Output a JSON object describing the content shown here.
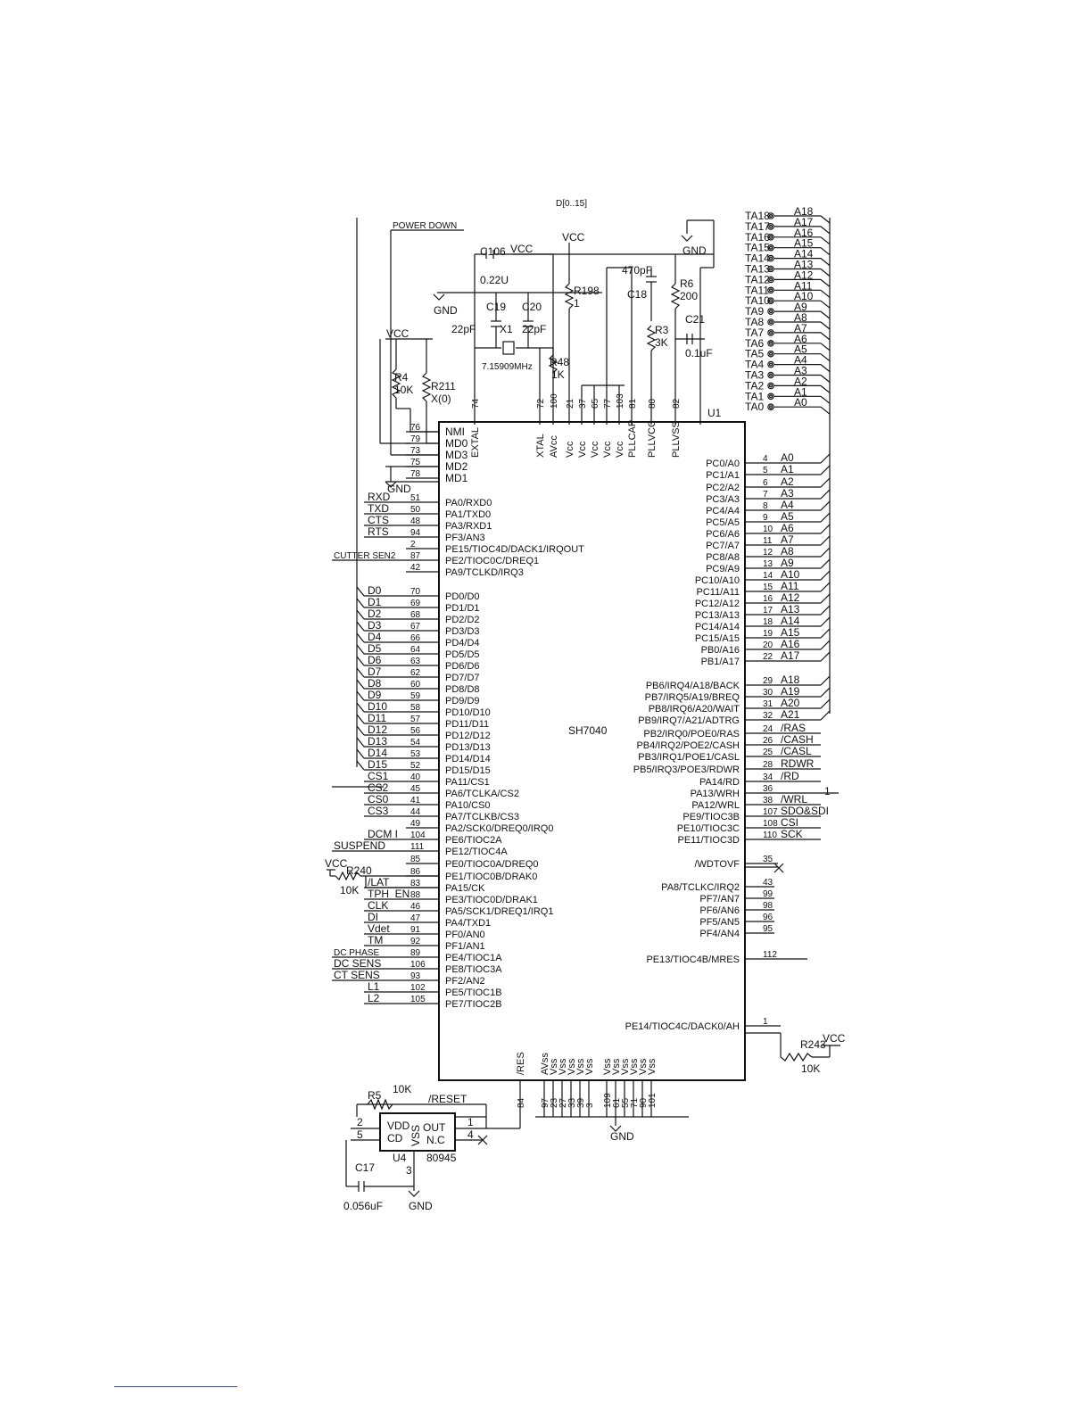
{
  "bus_label": "D[0..15]",
  "ic": {
    "designator": "U1",
    "part": "SH7040",
    "top_pins": [
      {
        "num": "74",
        "name": "EXTAL"
      },
      {
        "num": "72",
        "name": "XTAL"
      },
      {
        "num": "100",
        "name": "AVcc"
      },
      {
        "num": "21",
        "name": "Vcc"
      },
      {
        "num": "37",
        "name": "Vcc"
      },
      {
        "num": "65",
        "name": "Vcc"
      },
      {
        "num": "77",
        "name": "Vcc"
      },
      {
        "num": "103",
        "name": "Vcc"
      },
      {
        "num": "81",
        "name": "PLLCAP"
      },
      {
        "num": "80",
        "name": "PLLVCC"
      },
      {
        "num": "82",
        "name": "PLLVSS"
      }
    ],
    "left_pins": [
      {
        "num": "76",
        "name": "NMI",
        "net": ""
      },
      {
        "num": "79",
        "name": "MD0",
        "net": ""
      },
      {
        "num": "73",
        "name": "MD3",
        "net": ""
      },
      {
        "num": "75",
        "name": "MD2",
        "net": ""
      },
      {
        "num": "78",
        "name": "MD1",
        "net": ""
      },
      {
        "num": "51",
        "name": "PA0/RXD0",
        "net": "RXD"
      },
      {
        "num": "50",
        "name": "PA1/TXD0",
        "net": "TXD"
      },
      {
        "num": "48",
        "name": "PA3/RXD1",
        "net": "CTS"
      },
      {
        "num": "94",
        "name": "PF3/AN3",
        "net": "RTS"
      },
      {
        "num": "2",
        "name": "PE15/TIOC4D/DACK1/IRQOUT",
        "net": ""
      },
      {
        "num": "87",
        "name": "PE2/TIOC0C/DREQ1",
        "net": "CUTTER SEN2"
      },
      {
        "num": "42",
        "name": "PA9/TCLKD/IRQ3",
        "net": ""
      },
      {
        "num": "70",
        "name": "PD0/D0",
        "net": "D0"
      },
      {
        "num": "69",
        "name": "PD1/D1",
        "net": "D1"
      },
      {
        "num": "68",
        "name": "PD2/D2",
        "net": "D2"
      },
      {
        "num": "67",
        "name": "PD3/D3",
        "net": "D3"
      },
      {
        "num": "66",
        "name": "PD4/D4",
        "net": "D4"
      },
      {
        "num": "64",
        "name": "PD5/D5",
        "net": "D5"
      },
      {
        "num": "63",
        "name": "PD6/D6",
        "net": "D6"
      },
      {
        "num": "62",
        "name": "PD7/D7",
        "net": "D7"
      },
      {
        "num": "60",
        "name": "PD8/D8",
        "net": "D8"
      },
      {
        "num": "59",
        "name": "PD9/D9",
        "net": "D9"
      },
      {
        "num": "58",
        "name": "PD10/D10",
        "net": "D10"
      },
      {
        "num": "57",
        "name": "PD11/D11",
        "net": "D11"
      },
      {
        "num": "56",
        "name": "PD12/D12",
        "net": "D12"
      },
      {
        "num": "54",
        "name": "PD13/D13",
        "net": "D13"
      },
      {
        "num": "53",
        "name": "PD14/D14",
        "net": "D14"
      },
      {
        "num": "52",
        "name": "PD15/D15",
        "net": "D15"
      },
      {
        "num": "40",
        "name": "PA11/CS1",
        "net": "CS1"
      },
      {
        "num": "45",
        "name": "PA6/TCLKA/CS2",
        "net": "CS2"
      },
      {
        "num": "41",
        "name": "PA10/CS0",
        "net": "CS0"
      },
      {
        "num": "44",
        "name": "PA7/TCLKB/CS3",
        "net": "CS3"
      },
      {
        "num": "49",
        "name": "PA2/SCK0/DREQ0/IRQ0",
        "net": ""
      },
      {
        "num": "104",
        "name": "PE6/TIOC2A",
        "net": "DCM I"
      },
      {
        "num": "111",
        "name": "PE12/TIOC4A",
        "net": "SUSPEND"
      },
      {
        "num": "85",
        "name": "PE0/TIOC0A/DREQ0",
        "net": ""
      },
      {
        "num": "86",
        "name": "PE1/TIOC0B/DRAK0",
        "net": ""
      },
      {
        "num": "83",
        "name": "PA15/CK",
        "net": "/LAT"
      },
      {
        "num": "88",
        "name": "PE3/TIOC0D/DRAK1",
        "net": "TPH_EN"
      },
      {
        "num": "46",
        "name": "PA5/SCK1/DREQ1/IRQ1",
        "net": "CLK"
      },
      {
        "num": "47",
        "name": "PA4/TXD1",
        "net": "DI"
      },
      {
        "num": "91",
        "name": "PF0/AN0",
        "net": "Vdet"
      },
      {
        "num": "92",
        "name": "PF1/AN1",
        "net": "TM"
      },
      {
        "num": "89",
        "name": "PE4/TIOC1A",
        "net": "DC PHASE"
      },
      {
        "num": "106",
        "name": "PE8/TIOC3A",
        "net": "DC SENS"
      },
      {
        "num": "93",
        "name": "PF2/AN2",
        "net": "CT SENS"
      },
      {
        "num": "102",
        "name": "PE5/TIOC1B",
        "net": "L1"
      },
      {
        "num": "105",
        "name": "PE7/TIOC2B",
        "net": "L2"
      }
    ],
    "right_pins": [
      {
        "num": "4",
        "name": "PC0/A0",
        "net": "A0"
      },
      {
        "num": "5",
        "name": "PC1/A1",
        "net": "A1"
      },
      {
        "num": "6",
        "name": "PC2/A2",
        "net": "A2"
      },
      {
        "num": "7",
        "name": "PC3/A3",
        "net": "A3"
      },
      {
        "num": "8",
        "name": "PC4/A4",
        "net": "A4"
      },
      {
        "num": "9",
        "name": "PC5/A5",
        "net": "A5"
      },
      {
        "num": "10",
        "name": "PC6/A6",
        "net": "A6"
      },
      {
        "num": "11",
        "name": "PC7/A7",
        "net": "A7"
      },
      {
        "num": "12",
        "name": "PC8/A8",
        "net": "A8"
      },
      {
        "num": "13",
        "name": "PC9/A9",
        "net": "A9"
      },
      {
        "num": "14",
        "name": "PC10/A10",
        "net": "A10"
      },
      {
        "num": "15",
        "name": "PC11/A11",
        "net": "A11"
      },
      {
        "num": "16",
        "name": "PC12/A12",
        "net": "A12"
      },
      {
        "num": "17",
        "name": "PC13/A13",
        "net": "A13"
      },
      {
        "num": "18",
        "name": "PC14/A14",
        "net": "A14"
      },
      {
        "num": "19",
        "name": "PC15/A15",
        "net": "A15"
      },
      {
        "num": "20",
        "name": "PB0/A16",
        "net": "A16"
      },
      {
        "num": "22",
        "name": "PB1/A17",
        "net": "A17"
      },
      {
        "num": "29",
        "name": "PB6/IRQ4/A18/BACK",
        "net": "A18"
      },
      {
        "num": "30",
        "name": "PB7/IRQ5/A19/BREQ",
        "net": "A19"
      },
      {
        "num": "31",
        "name": "PB8/IRQ6/A20/WAIT",
        "net": "A20"
      },
      {
        "num": "32",
        "name": "PB9/IRQ7/A21/ADTRG",
        "net": "A21"
      },
      {
        "num": "24",
        "name": "PB2/IRQ0/POE0/RAS",
        "net": "/RAS"
      },
      {
        "num": "26",
        "name": "PB4/IRQ2/POE2/CASH",
        "net": "/CASH"
      },
      {
        "num": "25",
        "name": "PB3/IRQ1/POE1/CASL",
        "net": "/CASL"
      },
      {
        "num": "28",
        "name": "PB5/IRQ3/POE3/RDWR",
        "net": "RDWR"
      },
      {
        "num": "34",
        "name": "PA14/RD",
        "net": "/RD"
      },
      {
        "num": "36",
        "name": "PA13/WRH",
        "net": ""
      },
      {
        "num": "38",
        "name": "PA12/WRL",
        "net": "/WRL"
      },
      {
        "num": "107",
        "name": "PE9/TIOC3B",
        "net": "SDO&SDI"
      },
      {
        "num": "108",
        "name": "PE10/TIOC3C",
        "net": "CSI"
      },
      {
        "num": "110",
        "name": "PE11/TIOC3D",
        "net": "SCK"
      },
      {
        "num": "35",
        "name": "/WDTOVF",
        "net": ""
      },
      {
        "num": "43",
        "name": "PA8/TCLKC/IRQ2",
        "net": ""
      },
      {
        "num": "99",
        "name": "PF7/AN7",
        "net": ""
      },
      {
        "num": "98",
        "name": "PF6/AN6",
        "net": ""
      },
      {
        "num": "96",
        "name": "PF5/AN5",
        "net": ""
      },
      {
        "num": "95",
        "name": "PF4/AN4",
        "net": ""
      },
      {
        "num": "112",
        "name": "PE13/TIOC4B/MRES",
        "net": ""
      },
      {
        "num": "1",
        "name": "PE14/TIOC4C/DACK0/AH",
        "net": ""
      }
    ],
    "bottom_pins": [
      {
        "num": "84",
        "name": "/RES"
      },
      {
        "num": "97",
        "name": "AVss"
      },
      {
        "num": "23",
        "name": "Vss"
      },
      {
        "num": "27",
        "name": "Vss"
      },
      {
        "num": "33",
        "name": "Vss"
      },
      {
        "num": "39",
        "name": "Vss"
      },
      {
        "num": "3",
        "name": "Vss"
      },
      {
        "num": "109",
        "name": "Vss"
      },
      {
        "num": "61",
        "name": "Vss"
      },
      {
        "num": "55",
        "name": "Vss"
      },
      {
        "num": "71",
        "name": "Vss"
      },
      {
        "num": "90",
        "name": "Vss"
      },
      {
        "num": "101",
        "name": "Vss"
      }
    ]
  },
  "connector_labels": [
    {
      "ta": "TA18",
      "a": "A18"
    },
    {
      "ta": "TA17",
      "a": "A17"
    },
    {
      "ta": "TA16",
      "a": "A16"
    },
    {
      "ta": "TA15",
      "a": "A15"
    },
    {
      "ta": "TA14",
      "a": "A14"
    },
    {
      "ta": "TA13",
      "a": "A13"
    },
    {
      "ta": "TA12",
      "a": "A12"
    },
    {
      "ta": "TA11",
      "a": "A11"
    },
    {
      "ta": "TA10",
      "a": "A10"
    },
    {
      "ta": "TA9",
      "a": "A9"
    },
    {
      "ta": "TA8",
      "a": "A8"
    },
    {
      "ta": "TA7",
      "a": "A7"
    },
    {
      "ta": "TA6",
      "a": "A6"
    },
    {
      "ta": "TA5",
      "a": "A5"
    },
    {
      "ta": "TA4",
      "a": "A4"
    },
    {
      "ta": "TA3",
      "a": "A3"
    },
    {
      "ta": "TA2",
      "a": "A2"
    },
    {
      "ta": "TA1",
      "a": "A1"
    },
    {
      "ta": "TA0",
      "a": "A0"
    }
  ],
  "parts": {
    "power_down": "POWER DOWN",
    "c106": "C106",
    "c106_val": "0.22U",
    "vcc": "VCC",
    "gnd": "GND",
    "r198": "R198",
    "r198_val": "1",
    "c19": "C19",
    "c19_val": "22pF",
    "c20": "C20",
    "c20_val": "22pF",
    "x1": "X1",
    "x1_val": "7.15909MHz",
    "r48": "R48",
    "r48_val": "1K",
    "c18_val": "470pF",
    "c18": "C18",
    "r6": "R6",
    "r6_val": "200",
    "r3": "R3",
    "r3_val": "3K",
    "c21": "C21",
    "c21_val": "0.1uF",
    "r4": "R4",
    "r4_val": "10K",
    "r211": "R211",
    "r211_val": "X(0)",
    "r240": "R240",
    "r240_val": "10K",
    "r243": "R243",
    "r243_val": "10K",
    "r5": "R5",
    "r5_val": "10K",
    "reset_net": "/RESET",
    "u4": "U4",
    "u4_part": "80945",
    "u4_vdd": "VDD",
    "u4_cd": "CD",
    "u4_vss": "VSS",
    "u4_out": "OUT",
    "u4_nc": "N.C",
    "u4_p2": "2",
    "u4_p5": "5",
    "u4_p1": "1",
    "u4_p4": "4",
    "u4_p3": "3",
    "c17": "C17",
    "c17_val": "0.056uF",
    "wrh_out": "1"
  }
}
